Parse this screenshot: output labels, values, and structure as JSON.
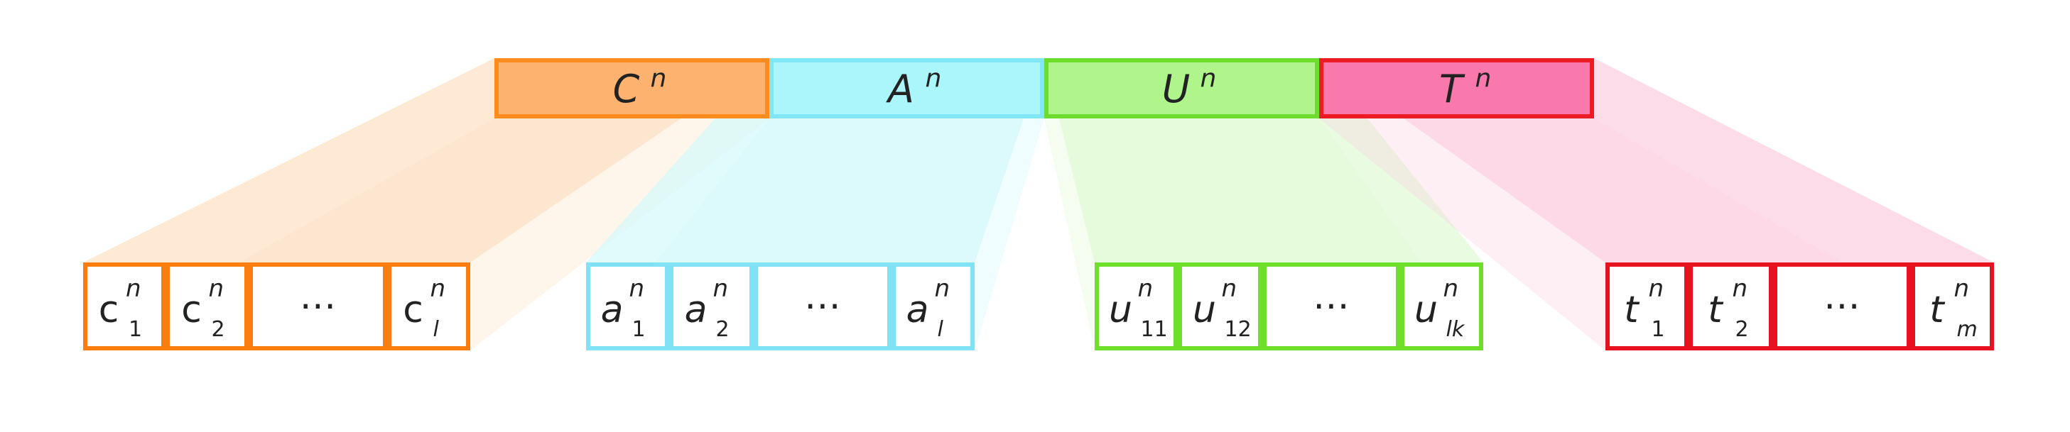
{
  "header": [
    {
      "key": "C",
      "letter": "C",
      "sup": "n",
      "color": "#fb8c1d",
      "fill": "#fdb36f"
    },
    {
      "key": "A",
      "letter": "A",
      "sup": "n",
      "color": "#81e6f5",
      "fill": "#aaf6fb"
    },
    {
      "key": "U",
      "letter": "U",
      "sup": "n",
      "color": "#6ddc2c",
      "fill": "#b0f58c"
    },
    {
      "key": "T",
      "letter": "T",
      "sup": "n",
      "color": "#ed1c24",
      "fill": "#f979ad"
    }
  ],
  "groups": [
    {
      "key": "c",
      "color": "#fb7d10",
      "funnel": "#fde2c6",
      "cells": [
        {
          "letter": "c",
          "sup": "n",
          "sub": "1"
        },
        {
          "letter": "c",
          "sup": "n",
          "sub": "2"
        },
        {
          "ellipsis": "⋯"
        },
        {
          "letter": "c",
          "sup": "n",
          "sub": "l"
        }
      ]
    },
    {
      "key": "a",
      "color": "#7fe3f5",
      "funnel": "#d5f9fb",
      "cells": [
        {
          "letter": "a",
          "sup": "n",
          "sub": "1"
        },
        {
          "letter": "a",
          "sup": "n",
          "sub": "2"
        },
        {
          "ellipsis": "⋯"
        },
        {
          "letter": "a",
          "sup": "n",
          "sub": "l"
        }
      ]
    },
    {
      "key": "u",
      "color": "#6ee02a",
      "funnel": "#e2f9d5",
      "cells": [
        {
          "letter": "u",
          "sup": "n",
          "sub": "11"
        },
        {
          "letter": "u",
          "sup": "n",
          "sub": "12"
        },
        {
          "ellipsis": "⋯"
        },
        {
          "letter": "u",
          "sup": "n",
          "sub": "lk"
        }
      ]
    },
    {
      "key": "t",
      "color": "#e8111f",
      "funnel": "#fcd0e3",
      "cells": [
        {
          "letter": "t",
          "sup": "n",
          "sub": "1"
        },
        {
          "letter": "t",
          "sup": "n",
          "sub": "2"
        },
        {
          "ellipsis": "⋯"
        },
        {
          "letter": "t",
          "sup": "n",
          "sub": "m"
        }
      ]
    }
  ]
}
